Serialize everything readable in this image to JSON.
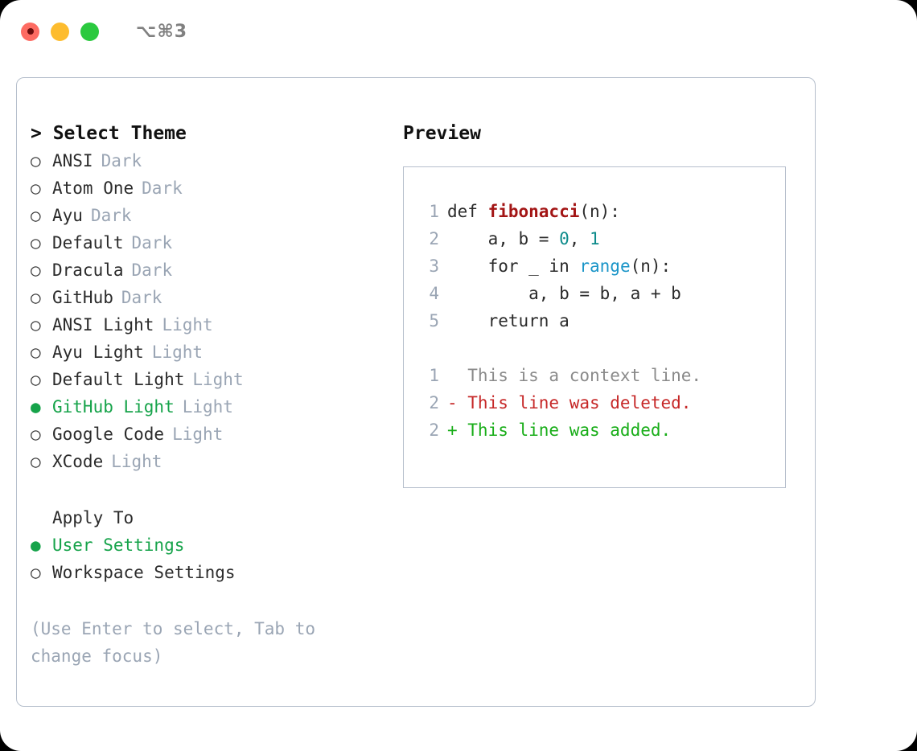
{
  "titlebar": {
    "shortcut": "⌥⌘3",
    "lights": [
      "close-red",
      "minimize-yellow",
      "maximize-green"
    ]
  },
  "theme_list": {
    "header": "> Select Theme",
    "header_prefix": ">",
    "header_label": "Select Theme",
    "items": [
      {
        "marker": "○",
        "label": "ANSI",
        "tag": "Dark",
        "selected": false
      },
      {
        "marker": "○",
        "label": "Atom One",
        "tag": "Dark",
        "selected": false
      },
      {
        "marker": "○",
        "label": "Ayu",
        "tag": "Dark",
        "selected": false
      },
      {
        "marker": "○",
        "label": "Default",
        "tag": "Dark",
        "selected": false
      },
      {
        "marker": "○",
        "label": "Dracula",
        "tag": "Dark",
        "selected": false
      },
      {
        "marker": "○",
        "label": "GitHub",
        "tag": "Dark",
        "selected": false
      },
      {
        "marker": "○",
        "label": "ANSI Light",
        "tag": "Light",
        "selected": false
      },
      {
        "marker": "○",
        "label": "Ayu Light",
        "tag": "Light",
        "selected": false
      },
      {
        "marker": "○",
        "label": "Default Light",
        "tag": "Light",
        "selected": false
      },
      {
        "marker": "●",
        "label": "GitHub Light",
        "tag": "Light",
        "selected": true
      },
      {
        "marker": "○",
        "label": "Google Code",
        "tag": "Light",
        "selected": false
      },
      {
        "marker": "○",
        "label": "XCode",
        "tag": "Light",
        "selected": false
      }
    ]
  },
  "apply_to": {
    "header": "Apply To",
    "items": [
      {
        "marker": "●",
        "label": "User Settings",
        "selected": true
      },
      {
        "marker": "○",
        "label": "Workspace Settings",
        "selected": false
      }
    ]
  },
  "hint": "(Use Enter to select, Tab to change focus)",
  "preview": {
    "title": "Preview",
    "code_lines": [
      {
        "num": "1",
        "segments": [
          {
            "text": "def ",
            "kind": "plain"
          },
          {
            "text": "fibonacci",
            "kind": "fn"
          },
          {
            "text": "(n):",
            "kind": "plain"
          }
        ]
      },
      {
        "num": "2",
        "segments": [
          {
            "text": "    a, b = ",
            "kind": "plain"
          },
          {
            "text": "0",
            "kind": "num"
          },
          {
            "text": ", ",
            "kind": "plain"
          },
          {
            "text": "1",
            "kind": "num"
          }
        ]
      },
      {
        "num": "3",
        "segments": [
          {
            "text": "    for _ in ",
            "kind": "plain"
          },
          {
            "text": "range",
            "kind": "call"
          },
          {
            "text": "(n):",
            "kind": "plain"
          }
        ]
      },
      {
        "num": "4",
        "segments": [
          {
            "text": "        a, b = b, a + b",
            "kind": "plain"
          }
        ]
      },
      {
        "num": "5",
        "segments": [
          {
            "text": "    return a",
            "kind": "plain"
          }
        ]
      }
    ],
    "diff_lines": [
      {
        "num": "1",
        "text": "  This is a context line.",
        "kind": "ctx"
      },
      {
        "num": "2",
        "text": "- This line was deleted.",
        "kind": "del"
      },
      {
        "num": "2",
        "text": "+ This line was added.",
        "kind": "add"
      }
    ]
  },
  "colors": {
    "accent_green": "#16a34a",
    "tag_gray": "#9aa5b4",
    "border": "#b6bfcc",
    "fn_red": "#a31515",
    "number_teal": "#0d8b8b",
    "call_blue": "#1a95c8",
    "diff_del": "#c62828",
    "diff_add": "#18ad18",
    "diff_ctx": "#8a8a8a"
  }
}
